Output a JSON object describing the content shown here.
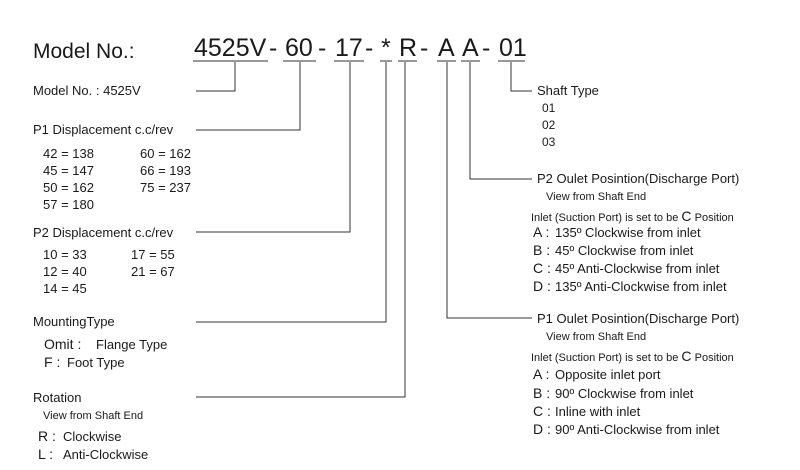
{
  "header": {
    "label": "Model No.:",
    "seg_base": "4525V",
    "seg_p1": "60",
    "seg_p2": "17",
    "seg_mount": "*",
    "seg_rot": "R",
    "seg_p2out": "A",
    "seg_p1out": "A",
    "seg_shaft": "01",
    "dash": "-"
  },
  "model": {
    "text": "Model No. : 4525V"
  },
  "p1_displacement": {
    "title": "P1 Displacement c.c/rev",
    "col1": [
      "42 = 138",
      "45 = 147",
      "50 = 162",
      "57 = 180"
    ],
    "col2": [
      "60 = 162",
      "66 = 193",
      "75 = 237"
    ]
  },
  "p2_displacement": {
    "title": "P2 Displacement c.c/rev",
    "col1": [
      "10 = 33",
      "12 = 40",
      "14 = 45"
    ],
    "col2": [
      "17 = 55",
      "21 = 67"
    ]
  },
  "mounting": {
    "title": "MountingType",
    "items": [
      {
        "code": "Omit :",
        "desc": "Flange Type"
      },
      {
        "code": "F :",
        "desc": "Foot Type"
      }
    ]
  },
  "rotation": {
    "title": "Rotation",
    "note": "View from Shaft End",
    "items": [
      {
        "code": "R :",
        "desc": "Clockwise"
      },
      {
        "code": "L :",
        "desc": "Anti-Clockwise"
      }
    ]
  },
  "shaft": {
    "title": "Shaft Type",
    "items": [
      "01",
      "02",
      "03"
    ]
  },
  "p2_outlet": {
    "title": "P2 Oulet Posintion(Discharge Port)",
    "note1": "View from Shaft End",
    "note2_pre": "Inlet (Suction Port) is set to be",
    "note2_code": "C",
    "note2_post": "Position",
    "items": [
      {
        "code": "A :",
        "desc": "135º  Clockwise from inlet"
      },
      {
        "code": "B :",
        "desc": "45º  Clockwise from inlet"
      },
      {
        "code": "C :",
        "desc": "45º  Anti-Clockwise from inlet"
      },
      {
        "code": "D :",
        "desc": "135º  Anti-Clockwise from inlet"
      }
    ]
  },
  "p1_outlet": {
    "title": "P1 Oulet Posintion(Discharge Port)",
    "note1": "View from Shaft End",
    "note2_pre": "Inlet (Suction Port) is set to be",
    "note2_code": "C",
    "note2_post": "Position",
    "items": [
      {
        "code": "A :",
        "desc": "Opposite inlet port"
      },
      {
        "code": "B :",
        "desc": "90º  Clockwise from inlet"
      },
      {
        "code": "C :",
        "desc": "Inline with inlet"
      },
      {
        "code": "D :",
        "desc": "90º  Anti-Clockwise from inlet"
      }
    ]
  }
}
